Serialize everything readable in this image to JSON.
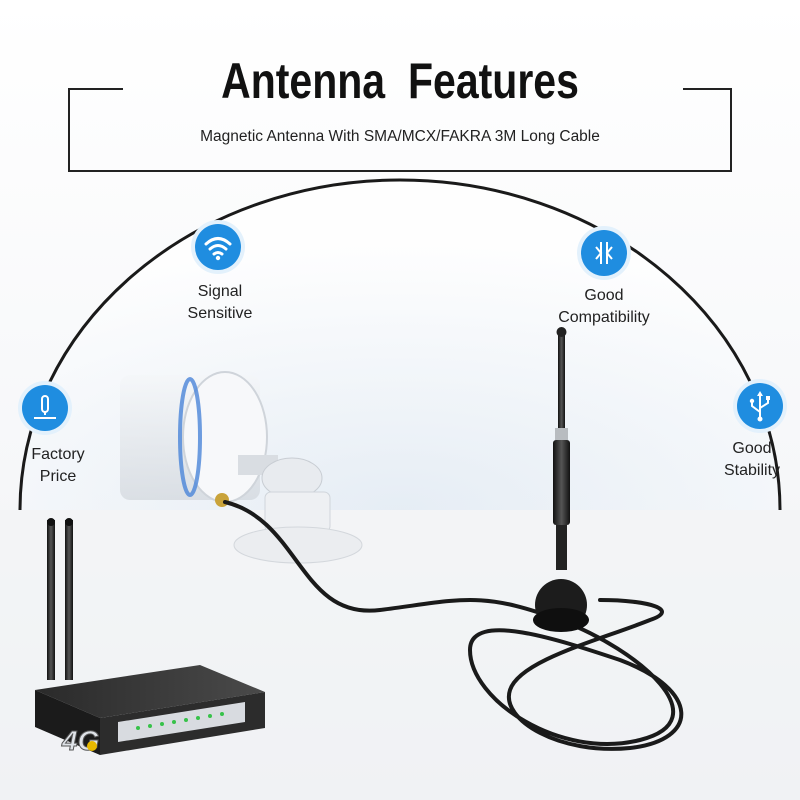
{
  "title": "Antenna  Features",
  "subtitle": "Magnetic  Antenna With SMA/MCX/FAKRA 3M Long Cable",
  "features": [
    {
      "line1": "Factory",
      "line2": "Price",
      "icon": "factory-price-icon"
    },
    {
      "line1": "Signal",
      "line2": "Sensitive",
      "icon": "wifi-icon"
    },
    {
      "line1": "Good",
      "line2": "Compatibility",
      "icon": "compatibility-icon"
    },
    {
      "line1": "Good",
      "line2": "Stability",
      "icon": "usb-icon"
    }
  ],
  "router_badge": "4G",
  "accent_color": "#1f8de0"
}
